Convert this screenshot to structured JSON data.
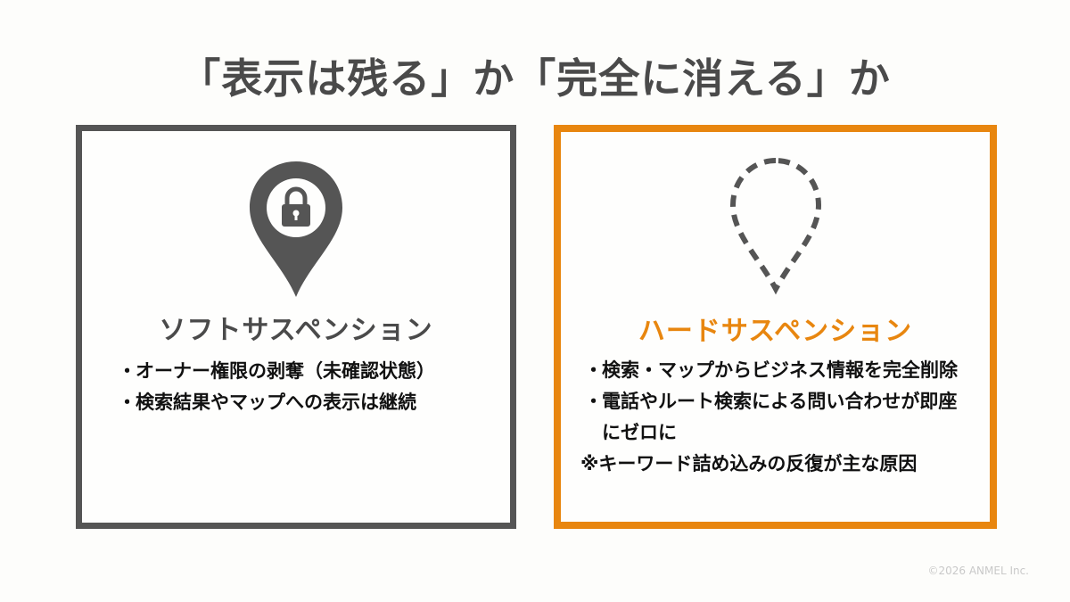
{
  "title": "「表示は残る」か「完全に消える」か",
  "soft": {
    "icon": "map-pin-lock-icon",
    "heading": "ソフトサスペンション",
    "bullets": [
      "オーナー権限の剥奪（未確認状態）",
      "検索結果やマップへの表示は継続"
    ],
    "border_color": "#555555"
  },
  "hard": {
    "icon": "map-pin-dashed-outline-icon",
    "heading": "ハードサスペンション",
    "bullets": [
      "検索・マップからビジネス情報を完全削除",
      "電話やルート検索による問い合わせが即座にゼロに"
    ],
    "note": "※キーワード詰め込みの反復が主な原因",
    "border_color": "#e8860f"
  },
  "bullet_glyph": "・",
  "footer": "©2026 ANMEL Inc."
}
